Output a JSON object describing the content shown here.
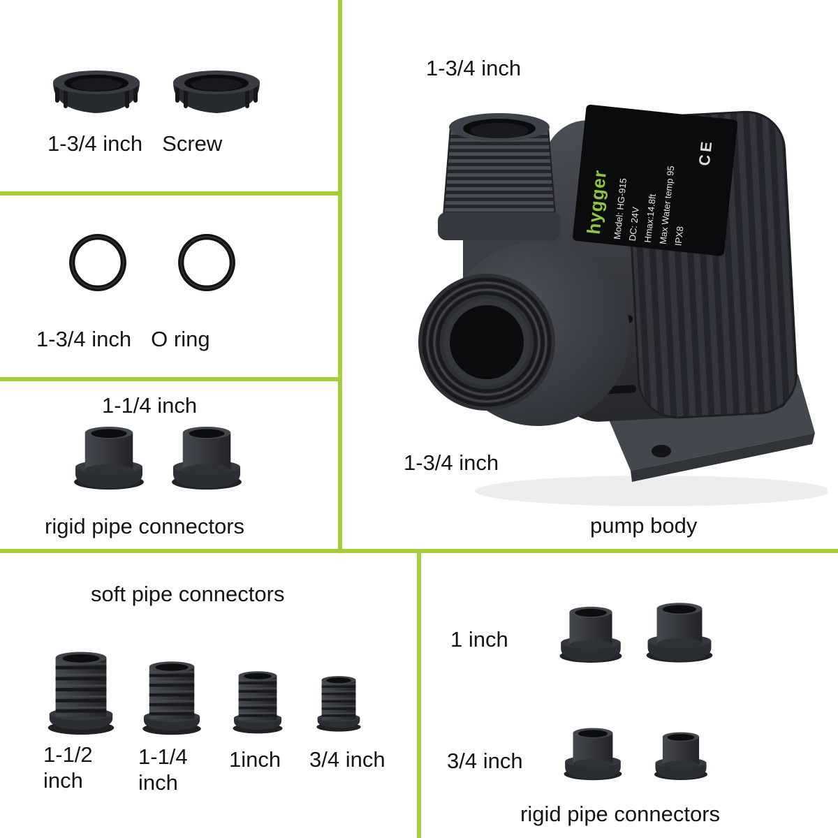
{
  "colors": {
    "divider": "#a4cf3b",
    "text": "#151515",
    "brand_green": "#8dc63f"
  },
  "sections": {
    "screw": {
      "size_label": "1-3/4 inch",
      "name_label": "Screw"
    },
    "oring": {
      "size_label": "1-3/4 inch",
      "name_label": "O ring"
    },
    "rigid_left": {
      "size_label": "1-1/4 inch",
      "caption": "rigid pipe connectors"
    },
    "pump": {
      "outlet_label": "1-3/4 inch",
      "inlet_label": "1-3/4 inch",
      "caption": "pump body",
      "sticker": {
        "brand": "hygger",
        "line1": "Model: HG-915",
        "line2": "DC: 24V",
        "line3": "Hmax:14.8ft",
        "line4": "Max Water temp 95",
        "line5": "IPX8",
        "ce": "CE"
      }
    },
    "soft": {
      "title": "soft pipe connectors",
      "items": [
        {
          "label": "1-1/2 inch"
        },
        {
          "label": "1-1/4 inch"
        },
        {
          "label": "1inch"
        },
        {
          "label": "3/4 inch"
        }
      ]
    },
    "rigid_right": {
      "row1_label": "1 inch",
      "row2_label": "3/4 inch",
      "caption": "rigid pipe connectors"
    }
  }
}
